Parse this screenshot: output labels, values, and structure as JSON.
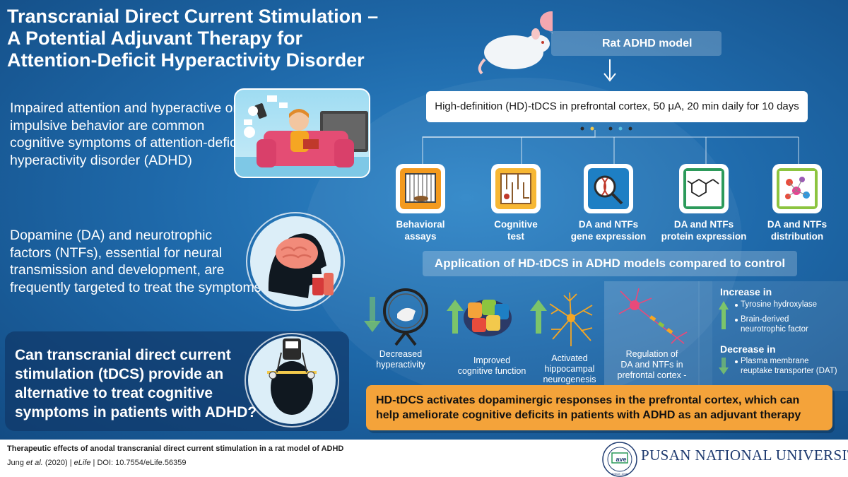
{
  "title": {
    "line1": "Transcranial Direct Current Stimulation –",
    "line2": "A Potential Adjuvant Therapy for",
    "line3": "Attention-Deficit Hyperactivity Disorder"
  },
  "intro": {
    "line1": "Impaired attention and hyperactive or",
    "line2": "impulsive behavior are common",
    "line3": "cognitive symptoms of attention-deficit",
    "line4": "hyperactivity disorder (ADHD)"
  },
  "dopamine": {
    "line1": "Dopamine (DA) and neurotrophic",
    "line2": "factors (NTFs), essential for neural",
    "line3": "transmission and development, are",
    "line4": "frequently targeted to treat the symptoms"
  },
  "question": {
    "line1": "Can transcranial direct current",
    "line2": "stimulation (tDCS) provide an",
    "line3": "alternative to treat cognitive",
    "line4": "symptoms in patients with ADHD?"
  },
  "model": {
    "label": "Rat ADHD model"
  },
  "protocol": {
    "text": "High-definition (HD)-tDCS in prefrontal cortex, 50 μA, 20 min daily for 10 days"
  },
  "measures": [
    {
      "line1": "Behavioral",
      "line2": "assays"
    },
    {
      "line1": "Cognitive",
      "line2": "test"
    },
    {
      "line1": "DA and NTFs",
      "line2": "gene expression"
    },
    {
      "line1": "DA and NTFs",
      "line2": "protein expression"
    },
    {
      "line1": "DA and NTFs",
      "line2": "distribution"
    }
  ],
  "application": {
    "text": "Application of  HD-tDCS in ADHD models compared to control"
  },
  "outcomes": [
    {
      "line1": "Decreased",
      "line2": "hyperactivity"
    },
    {
      "line1": "Improved",
      "line2": "cognitive function"
    },
    {
      "line1": "Activated",
      "line2": "hippocampal",
      "line3": "neurogenesis"
    }
  ],
  "regulation": {
    "line1": "Regulation of",
    "line2": "DA and NTFs in",
    "line3": "prefrontal cortex -"
  },
  "increase": {
    "header": "Increase in",
    "item1": "Tyrosine hydroxylase",
    "item2_line1": "Brain-derived",
    "item2_line2": "neurotrophic factor"
  },
  "decrease": {
    "header": "Decrease in",
    "item1_line1": "Plasma membrane",
    "item1_line2": "reuptake transporter (DAT)"
  },
  "conclusion": {
    "line1": "HD-tDCS activates dopaminergic responses in the prefrontal cortex, which can",
    "line2": "help ameliorate cognitive deficits in patients with ADHD as an adjuvant therapy"
  },
  "citation": {
    "title": "Therapeutic effects of anodal transcranial direct current stimulation in a rat model of ADHD",
    "authors": "Jung",
    "etal": "et al.",
    "year": "(2020) |",
    "journal": "eLife",
    "doi": "| DOI: 10.7554/eLife.56359"
  },
  "university": {
    "name": "PUSAN NATIONAL UNIVERSITY",
    "seal_text": "ave",
    "seal_year": "SINCE 1946"
  },
  "colors": {
    "background": "#1f6aab",
    "accent_orange": "#f4a33a",
    "arrow_green": "#7cc46a",
    "tile_orange": "#f39a1e",
    "tile_blue": "#1e7fc4",
    "tile_green": "#2c9a5a",
    "tile_lime": "#8cc43f",
    "tile_brown": "#8a5a2b",
    "university_blue": "#1f3b70"
  }
}
